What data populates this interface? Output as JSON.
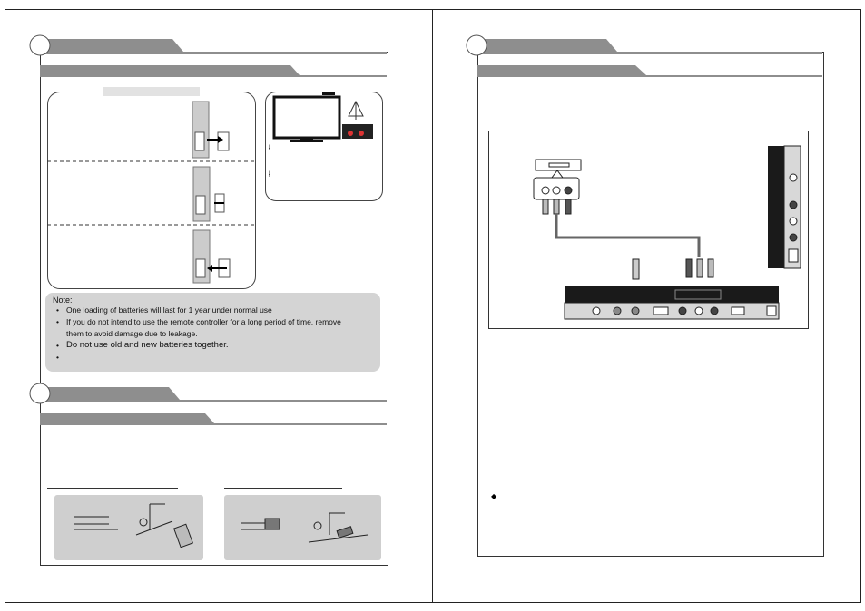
{
  "note": {
    "heading": "Note:",
    "items": [
      "One loading of batteries will last for 1 year under normal use",
      "If you do not intend to use the remote controller for a long period of time, remove",
      "them to avoid damage due to leakage.",
      "Do not use old and new batteries together.",
      ""
    ],
    "bullet": "•"
  },
  "tv_note_bullets": [
    "ł",
    "ł"
  ],
  "right_bullet": "◆"
}
